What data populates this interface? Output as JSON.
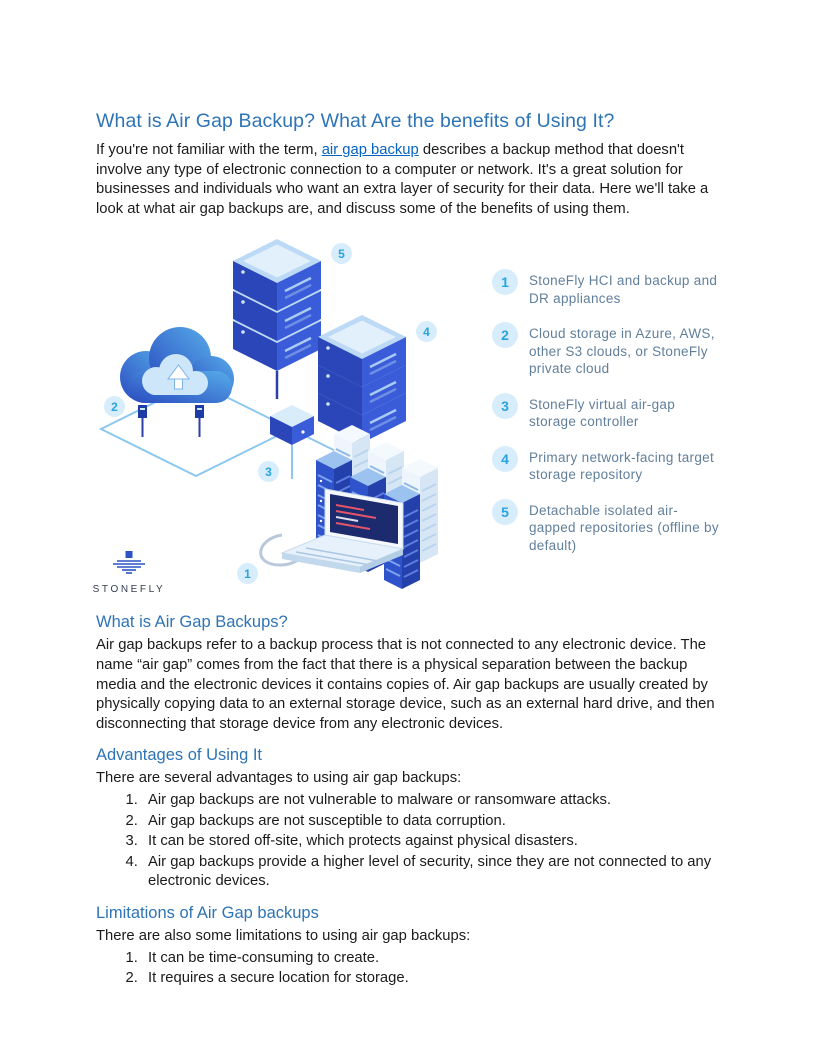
{
  "doc": {
    "title": "What is Air Gap Backup? What Are the benefits of Using It?",
    "intro": {
      "before_link": "If you're not familiar with the term, ",
      "link_text": "air gap backup",
      "after_link": " describes a backup method that doesn't involve any type of electronic connection to a computer or network. It's a great solution for businesses and individuals who want an extra layer of security for their data. Here we'll take a look at what air gap backups are, and discuss some of the benefits of using them."
    }
  },
  "diagram": {
    "markers": [
      "1",
      "2",
      "3",
      "4",
      "5"
    ],
    "legend": [
      {
        "num": "1",
        "label": "StoneFly HCI and backup and DR appliances"
      },
      {
        "num": "2",
        "label": "Cloud storage in Azure, AWS, other S3 clouds, or StoneFly private cloud"
      },
      {
        "num": "3",
        "label": "StoneFly virtual air-gap storage controller"
      },
      {
        "num": "4",
        "label": "Primary network-facing target storage repository"
      },
      {
        "num": "5",
        "label": "Detachable isolated air-gapped repositories (offline by default)"
      }
    ],
    "logo_text": "STONEFLY"
  },
  "sections": [
    {
      "heading": "What is Air Gap Backups?",
      "body": "Air gap backups refer to a backup process that is not connected to any electronic device. The name “air gap” comes from the fact that there is a physical separation between the backup media and the electronic devices it contains copies of. Air gap backups are usually created by physically copying data to an external storage device, such as an external hard drive, and then disconnecting that storage device from any electronic devices."
    },
    {
      "heading": "Advantages of Using It",
      "lead": "There are several advantages to using air gap backups:",
      "items": [
        "Air gap backups are not vulnerable to malware or ransomware attacks.",
        "Air gap backups are not susceptible to data corruption.",
        "It can be stored off-site, which protects against physical disasters.",
        "Air gap backups provide a higher level of security, since they are not connected to any electronic devices."
      ]
    },
    {
      "heading": "Limitations of Air Gap backups",
      "lead": "There are also some limitations to using air gap backups:",
      "items": [
        "It can be time-consuming to create.",
        "It requires a secure location for storage."
      ]
    }
  ]
}
